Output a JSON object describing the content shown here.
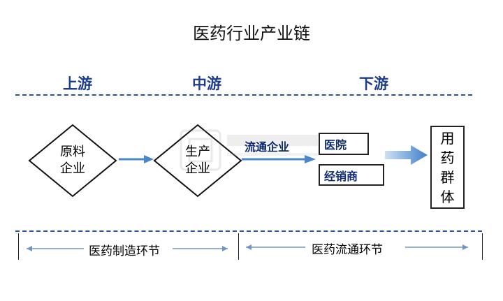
{
  "title": "医药行业产业链",
  "stages": {
    "upstream": "上游",
    "midstream": "中游",
    "downstream": "下游"
  },
  "nodes": {
    "raw_materials": [
      "原料",
      "企业"
    ],
    "production": [
      "生产",
      "企业"
    ],
    "distribution": "流通企业",
    "hospital": "医院",
    "dealer": "经销商",
    "consumers": [
      "用",
      "药",
      "群",
      "体"
    ]
  },
  "segments": {
    "manufacturing": "医药制造环节",
    "circulation": "医药流通环节"
  },
  "colors": {
    "stage_text": "#1c3c8c",
    "dashed_line": "#2a5391",
    "arrow": "#4a86c8",
    "segment_arrow": "#6f95c9"
  }
}
